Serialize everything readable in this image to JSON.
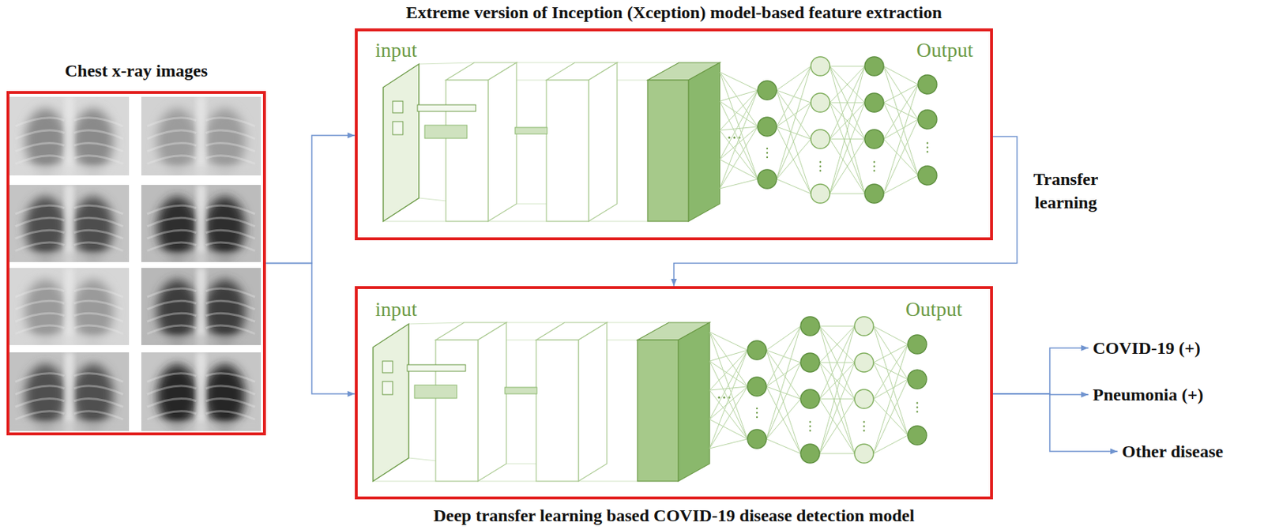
{
  "diagram": {
    "nodes": [
      {
        "text": [
          "Chest x-ray images"
        ]
      },
      {
        "text": [
          "Extreme version of Inception (Xception) model-based feature extraction",
          "input",
          "Output"
        ]
      },
      {
        "text": [
          "Deep transfer learning based COVID-19 disease detection model",
          "input",
          "Output"
        ]
      },
      {
        "text": [
          "COVID-19 (+)"
        ]
      },
      {
        "text": [
          "Pneumonia (+)"
        ]
      },
      {
        "text": [
          "Other disease"
        ]
      }
    ],
    "edges": [
      {
        "from": 0,
        "to": 1,
        "arrow": "to"
      },
      {
        "from": 0,
        "to": 2,
        "arrow": "to"
      },
      {
        "from": 1,
        "to": 2,
        "label": "Transfer learning",
        "arrow": "to"
      },
      {
        "from": 2,
        "to": 3,
        "arrow": "to"
      },
      {
        "from": 2,
        "to": 4,
        "arrow": "to"
      },
      {
        "from": 2,
        "to": 5,
        "arrow": "to"
      }
    ]
  }
}
